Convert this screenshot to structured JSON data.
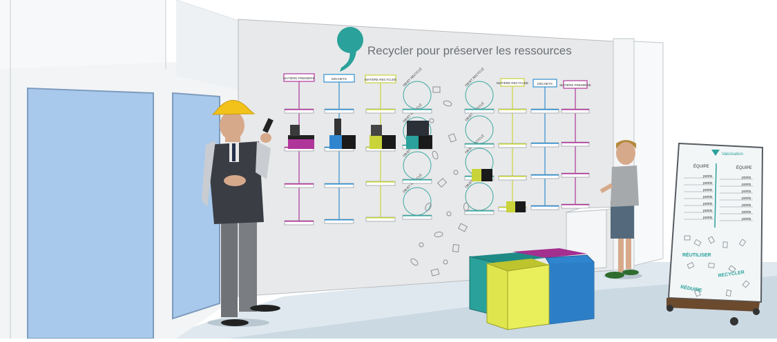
{
  "wall": {
    "title": "Recycler pour préserver les ressources",
    "columns": [
      {
        "label": "MATIÈRE PREMIÈRE",
        "color": "#b0359a"
      },
      {
        "label": "DÉCHETS",
        "color": "#2f8fd0"
      },
      {
        "label": "MATIÈRE RECYCLÉE",
        "color": "#c9d33a"
      },
      {
        "label": "OBJET RECYCLÉ",
        "color": "#3aa8a2"
      },
      {
        "label": "OBJET RECYCLÉ",
        "color": "#3aa8a2"
      },
      {
        "label": "MATIÈRE RECYCLÉE",
        "color": "#c9d33a"
      },
      {
        "label": "DÉCHETS",
        "color": "#2f8fd0"
      },
      {
        "label": "MATIÈRE PREMIÈRE",
        "color": "#b0359a"
      }
    ]
  },
  "board": {
    "logo_text": "Valorisation",
    "team_a": "ÉQUIPE",
    "team_b": "ÉQUIPE",
    "points_label": "points",
    "words": [
      "RÉUTILISER",
      "RECYCLER",
      "RÉDUIRE"
    ]
  },
  "colors": {
    "accent_teal": "#2aa19b",
    "magenta": "#b0359a",
    "blue": "#2f86cf",
    "lime": "#e7ee55",
    "helmet": "#f2c21a"
  }
}
